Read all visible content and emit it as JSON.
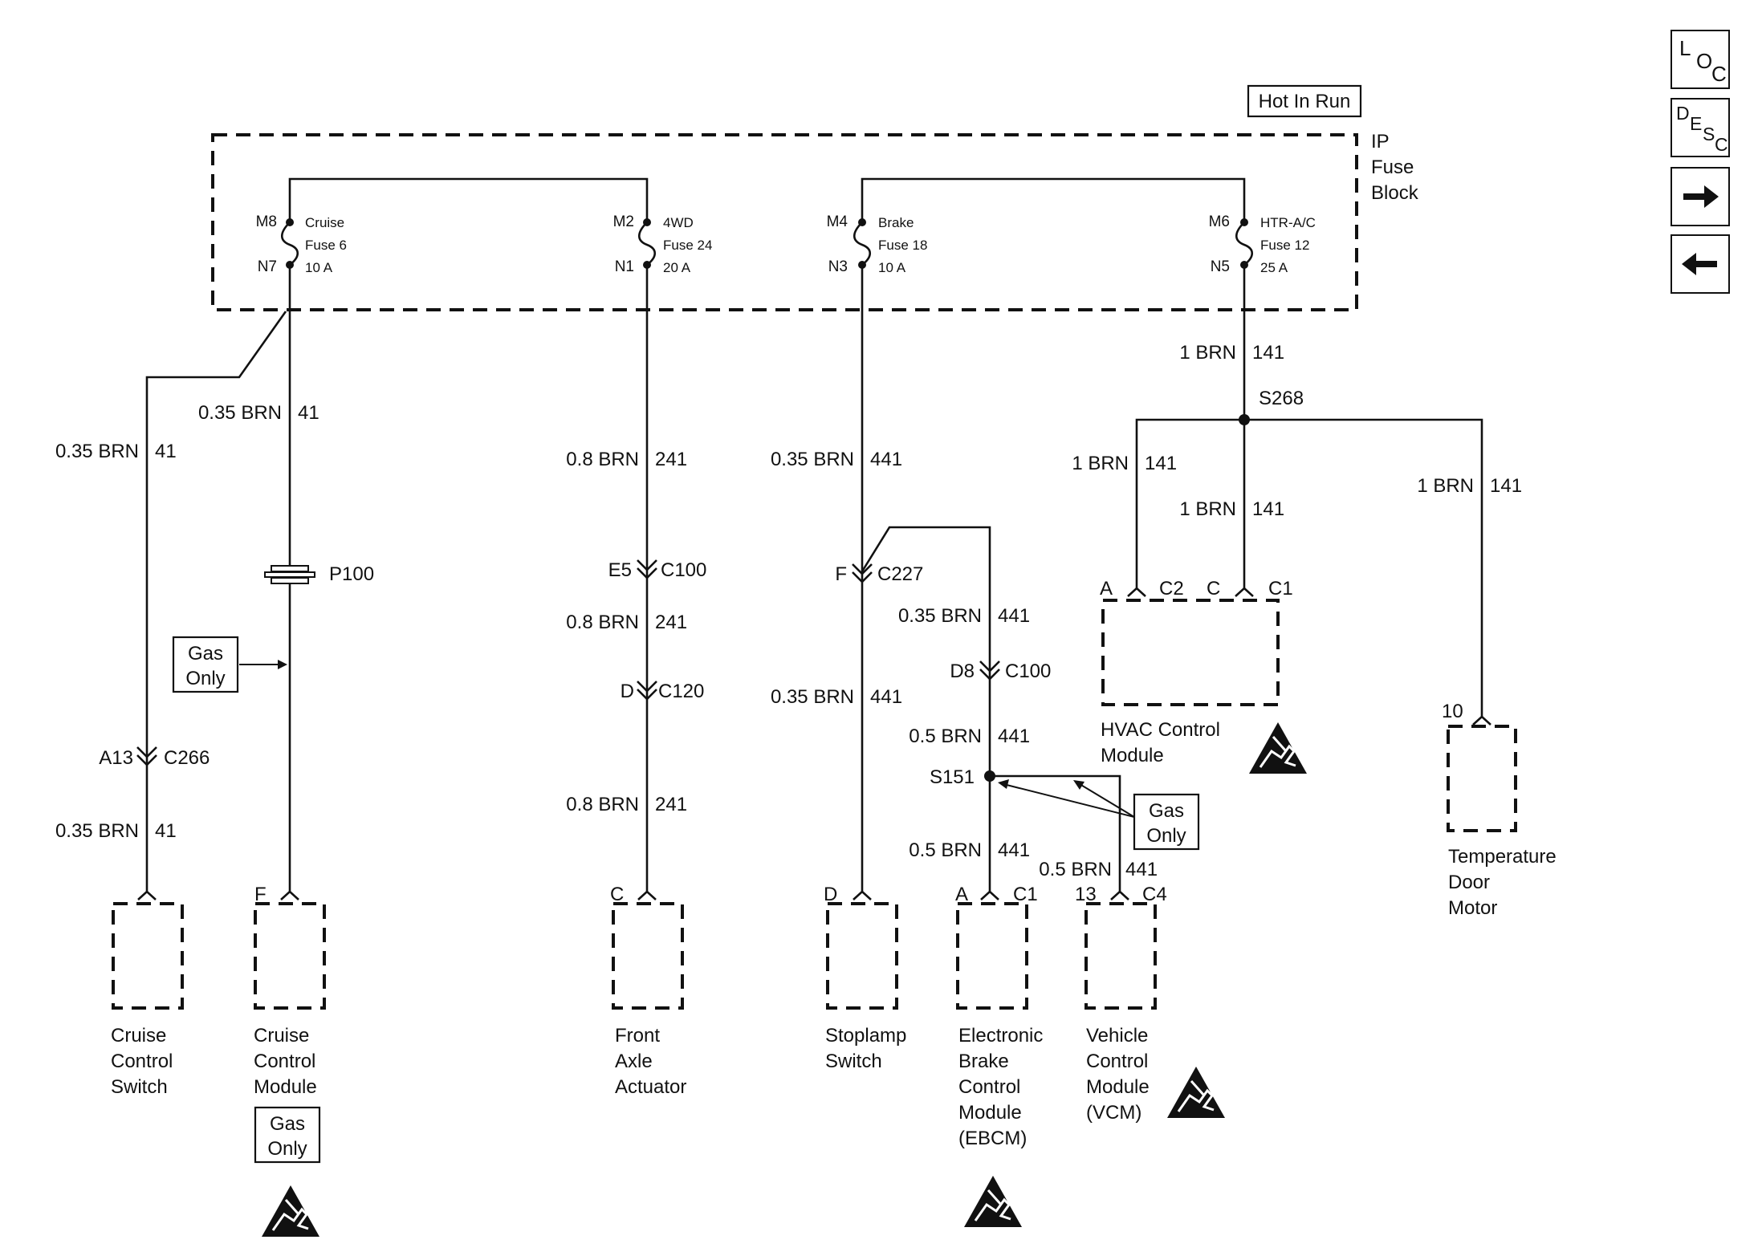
{
  "nav": {
    "loc": [
      "L",
      "O",
      "C"
    ],
    "desc": [
      "D",
      "E",
      "S",
      "C"
    ]
  },
  "fuse_block": {
    "hot_in_run": "Hot In Run",
    "label": [
      "IP",
      "Fuse",
      "Block"
    ],
    "fuses": [
      {
        "top_pin": "M8",
        "bottom_pin": "N7",
        "lines": [
          "Cruise",
          "Fuse 6",
          "10 A"
        ]
      },
      {
        "top_pin": "M2",
        "bottom_pin": "N1",
        "lines": [
          "4WD",
          "Fuse 24",
          "20 A"
        ]
      },
      {
        "top_pin": "M4",
        "bottom_pin": "N3",
        "lines": [
          "Brake",
          "Fuse 18",
          "10 A"
        ]
      },
      {
        "top_pin": "M6",
        "bottom_pin": "N5",
        "lines": [
          "HTR-A/C",
          "Fuse 12",
          "25 A"
        ]
      }
    ]
  },
  "wire_labels": {
    "w41_a": [
      "0.35 BRN",
      "41"
    ],
    "w41_b": [
      "0.35 BRN",
      "41"
    ],
    "w41_c": [
      "0.35 BRN",
      "41"
    ],
    "w241_a": [
      "0.8 BRN",
      "241"
    ],
    "w241_b": [
      "0.8 BRN",
      "241"
    ],
    "w241_c": [
      "0.8 BRN",
      "241"
    ],
    "w441_a": [
      "0.35 BRN",
      "441"
    ],
    "w441_b": [
      "0.35 BRN",
      "441"
    ],
    "w441_c": [
      "0.35 BRN",
      "441"
    ],
    "w441_d": [
      "0.5 BRN",
      "441"
    ],
    "w441_e": [
      "0.5 BRN",
      "441"
    ],
    "w441_f": [
      "0.5 BRN",
      "441"
    ],
    "w141_a": [
      "1 BRN",
      "141"
    ],
    "w141_b": [
      "1 BRN",
      "141"
    ],
    "w141_c": [
      "1 BRN",
      "141"
    ],
    "w141_d": [
      "1 BRN",
      "141"
    ]
  },
  "splices": {
    "s268": "S268",
    "s151": "S151"
  },
  "connectors": {
    "p100": "P100",
    "c266": [
      "A13",
      "C266"
    ],
    "c100_e5": [
      "E5",
      "C100"
    ],
    "c120": [
      "D",
      "C120"
    ],
    "c227": [
      "F",
      "C227"
    ],
    "c100_d8": [
      "D8",
      "C100"
    ]
  },
  "gas_only": [
    "Gas",
    "Only"
  ],
  "components": {
    "cruise_switch": {
      "name": [
        "Cruise",
        "Control",
        "Switch"
      ]
    },
    "cruise_module": {
      "pin": "F",
      "name": [
        "Cruise",
        "Control",
        "Module"
      ]
    },
    "front_axle": {
      "pin": "C",
      "name": [
        "Front",
        "Axle",
        "Actuator"
      ]
    },
    "stoplamp": {
      "pin": "D",
      "name": [
        "Stoplamp",
        "Switch"
      ]
    },
    "ebcm": {
      "pin": "A",
      "conn": "C1",
      "name": [
        "Electronic",
        "Brake",
        "Control",
        "Module",
        "(EBCM)"
      ]
    },
    "vcm": {
      "pin": "13",
      "conn": "C4",
      "name": [
        "Vehicle",
        "Control",
        "Module",
        "(VCM)"
      ]
    },
    "hvac": {
      "pins": [
        "A",
        "C2",
        "C",
        "C1"
      ],
      "name": [
        "HVAC Control",
        "Module"
      ]
    },
    "temp_door": {
      "pin": "10",
      "name": [
        "Temperature",
        "Door",
        "Motor"
      ]
    }
  }
}
